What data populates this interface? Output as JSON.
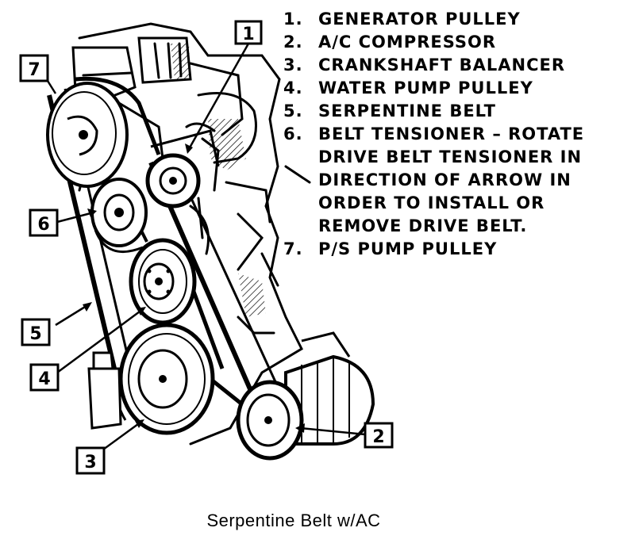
{
  "legend": [
    {
      "num": "1.",
      "text": "GENERATOR PULLEY"
    },
    {
      "num": "2.",
      "text": "A/C COMPRESSOR"
    },
    {
      "num": "3.",
      "text": "CRANKSHAFT BALANCER"
    },
    {
      "num": "4.",
      "text": "WATER PUMP PULLEY"
    },
    {
      "num": "5.",
      "text": "SERPENTINE BELT"
    },
    {
      "num": "6.",
      "text": "BELT TENSIONER – ROTATE DRIVE BELT TENSIONER IN DIRECTION OF ARROW IN ORDER TO INSTALL OR REMOVE DRIVE BELT."
    },
    {
      "num": "7.",
      "text": "P/S PUMP PULLEY"
    }
  ],
  "callouts": [
    "1",
    "2",
    "3",
    "4",
    "5",
    "6",
    "7"
  ],
  "caption": "Serpentine Belt w/AC"
}
